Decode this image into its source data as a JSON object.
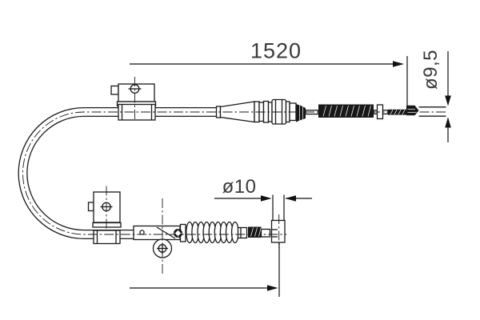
{
  "diagram": {
    "dimensions": {
      "length": "1520",
      "end_diameter": "ø9,5",
      "fitting_diameter": "ø10"
    },
    "colors": {
      "background": "#ffffff",
      "line_color": "#1a1a1a",
      "label_color": "#3a3a3a"
    }
  }
}
